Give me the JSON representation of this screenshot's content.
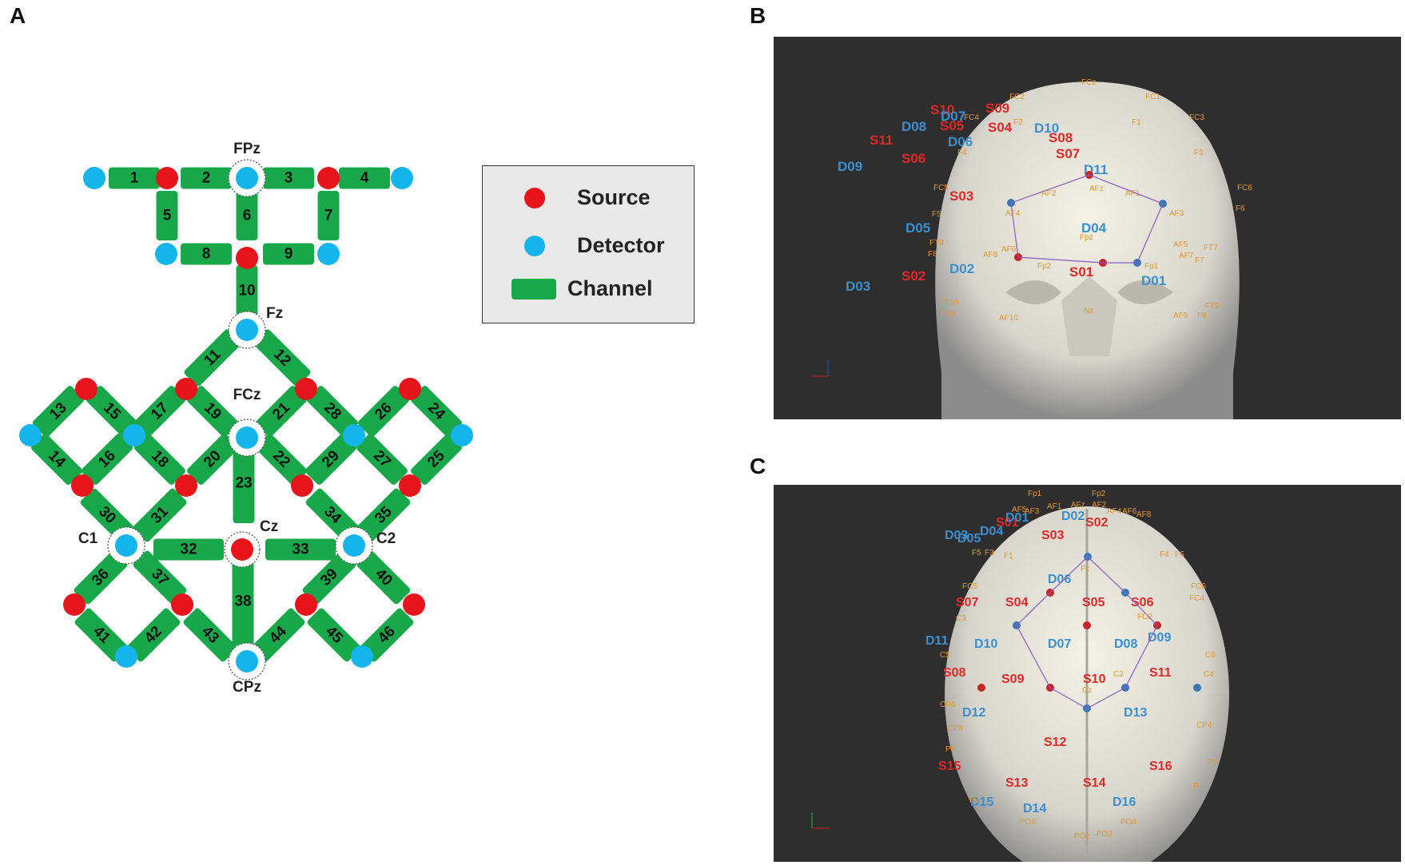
{
  "panels": {
    "a": "A",
    "b": "B",
    "c": "C"
  },
  "colors": {
    "source": "#e8141c",
    "detector": "#14b4ec",
    "channel": "#18a84a",
    "viewer_bg": "#2e2e2e"
  },
  "legend": {
    "source": "Source",
    "detector": "Detector",
    "channel": "Channel"
  },
  "positions": {
    "fpz": "FPz",
    "fz": "Fz",
    "fcz": "FCz",
    "cz": "Cz",
    "c1": "C1",
    "c2": "C2",
    "cpz": "CPz"
  },
  "channels": [
    "1",
    "2",
    "3",
    "4",
    "5",
    "6",
    "7",
    "8",
    "9",
    "10",
    "11",
    "12",
    "13",
    "14",
    "15",
    "16",
    "17",
    "18",
    "19",
    "20",
    "21",
    "22",
    "23",
    "24",
    "25",
    "26",
    "27",
    "28",
    "29",
    "30",
    "31",
    "32",
    "33",
    "34",
    "35",
    "36",
    "37",
    "38",
    "39",
    "40",
    "41",
    "42",
    "43",
    "44",
    "45",
    "46"
  ],
  "frontal_view": {
    "sources": [
      "S01",
      "S02",
      "S03",
      "S04",
      "S05",
      "S06",
      "S07",
      "S08",
      "S09",
      "S10",
      "S11"
    ],
    "detectors": [
      "D01",
      "D02",
      "D03",
      "D04",
      "D05",
      "D06",
      "D07",
      "D08",
      "D09",
      "D10",
      "D11"
    ],
    "electrodes": [
      "FCz",
      "FC2",
      "FC1",
      "FC4",
      "FC3",
      "F2",
      "F1",
      "F4",
      "F3",
      "AFz",
      "AF2",
      "AF1",
      "AF4",
      "AF3",
      "FC6",
      "FC5",
      "F6",
      "F5",
      "AF6",
      "AF5",
      "Fpz",
      "Fp2",
      "Fp1",
      "FT8",
      "F8",
      "AF8",
      "AF7",
      "F7",
      "FT7",
      "FT10",
      "F10",
      "AF10",
      "Nz",
      "FT9",
      "F9",
      "AF9"
    ]
  },
  "top_view": {
    "sources": [
      "S01",
      "S02",
      "S03",
      "S04",
      "S05",
      "S06",
      "S07",
      "S08",
      "S09",
      "S10",
      "S11",
      "S12",
      "S13",
      "S14",
      "S15",
      "S16"
    ],
    "detectors": [
      "D01",
      "D02",
      "D03",
      "D04",
      "D05",
      "D06",
      "D07",
      "D08",
      "D09",
      "D10",
      "D11",
      "D12",
      "D13",
      "D14",
      "D15",
      "D16"
    ],
    "electrodes": [
      "Fp1",
      "Fp2",
      "AFz",
      "AF1",
      "AF2",
      "AF3",
      "AF4",
      "AF5",
      "AF6",
      "AF8",
      "F5",
      "F3",
      "F1",
      "Fz",
      "F4",
      "F6",
      "FC5",
      "FC6",
      "FC4",
      "FC2",
      "C3",
      "C5",
      "C6",
      "C4",
      "C2",
      "Cz",
      "CP6",
      "CP8",
      "CP4",
      "P5",
      "P3",
      "P4",
      "P6",
      "PO8",
      "PO4",
      "PO2",
      "POz"
    ]
  }
}
